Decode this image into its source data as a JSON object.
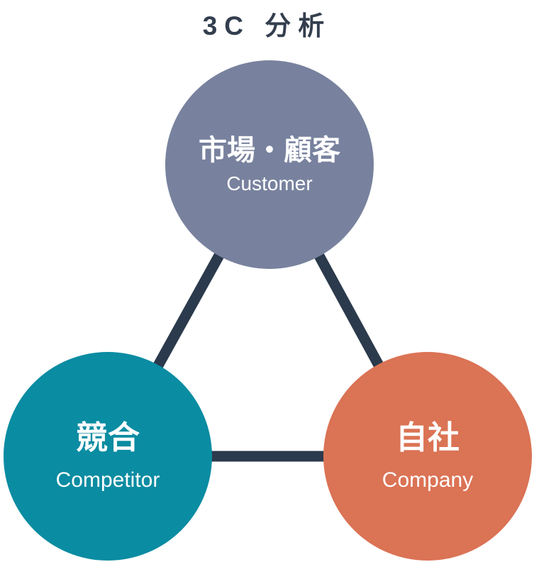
{
  "title": "3C 分析",
  "colors": {
    "background": "#ffffff",
    "title_text": "#333e4e",
    "connector": "#2b3a4c",
    "label_text": "#ffffff",
    "customer_circle": "#78829e",
    "competitor_circle": "#0a8ca2",
    "company_circle": "#db7355"
  },
  "nodes": {
    "customer": {
      "label_ja": "市場・顧客",
      "label_en": "Customer"
    },
    "competitor": {
      "label_ja": "競合",
      "label_en": "Competitor"
    },
    "company": {
      "label_ja": "自社",
      "label_en": "Company"
    }
  }
}
